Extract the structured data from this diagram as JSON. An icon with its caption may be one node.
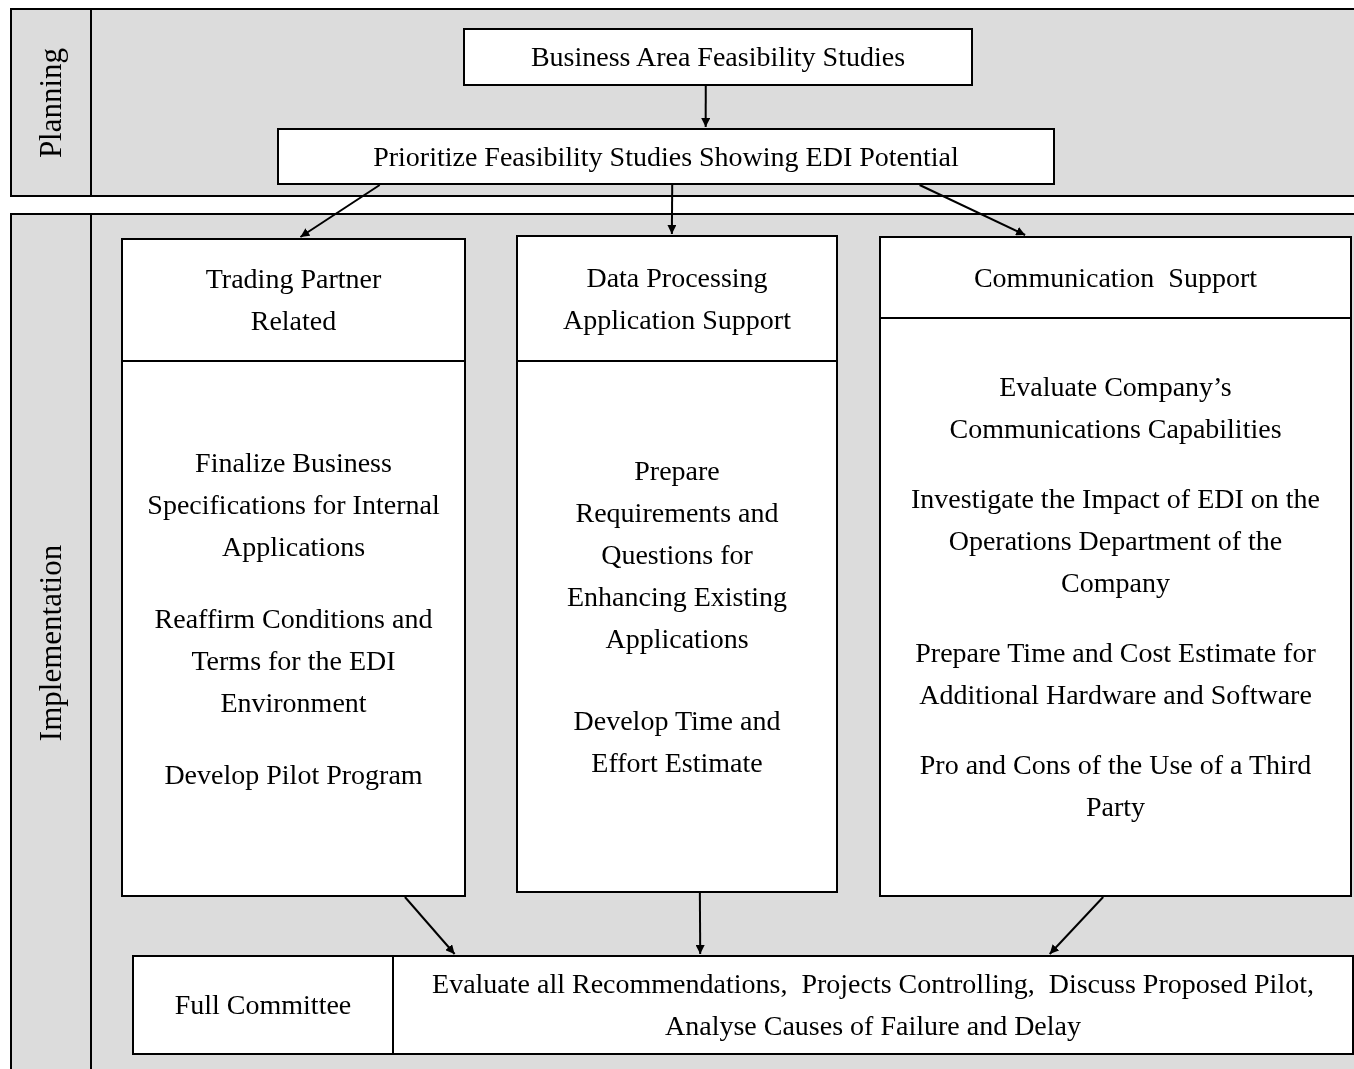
{
  "diagram": {
    "nodes": [
      {
        "text": [
          "Planning"
        ]
      },
      {
        "text": [
          "Business Area Feasibility Studies"
        ],
        "in": 0
      },
      {
        "text": [
          "Prioritize Feasibility Studies Showing EDI Potential"
        ],
        "in": 0
      },
      {
        "text": [
          "Implementation"
        ]
      },
      {
        "text": [
          "Trading Partner Related",
          "Finalize Business Specifications for Internal Applications",
          "Reaffirm Conditions and Terms for the EDI Environment",
          "Develop Pilot Program"
        ],
        "in": 3
      },
      {
        "text": [
          "Data Processing Application Support",
          "Prepare Requirements and Questions for Enhancing Existing Applications",
          "Develop Time and Effort Estimate"
        ],
        "in": 3
      },
      {
        "text": [
          "Communication  Support",
          "Evaluate Company’s Communications Capabilities",
          "Investigate the Impact of EDI on the Operations Department of the Company",
          "Prepare Time and Cost Estimate for Additional Hardware and Software",
          "Pro and Cons of the Use of a Third Party"
        ],
        "in": 3
      },
      {
        "text": [
          "Full Committee",
          "Evaluate all Recommendations,  Projects Controlling,  Discuss Proposed Pilot,  Analyse Causes of Failure and Delay"
        ],
        "in": 3
      }
    ],
    "edges": [
      {
        "from": 1,
        "to": 2,
        "arrow": "to"
      },
      {
        "from": 2,
        "to": 4,
        "arrow": "to"
      },
      {
        "from": 2,
        "to": 5,
        "arrow": "to"
      },
      {
        "from": 2,
        "to": 6,
        "arrow": "to"
      },
      {
        "from": 4,
        "to": 7,
        "arrow": "to"
      },
      {
        "from": 5,
        "to": 7,
        "arrow": "to"
      },
      {
        "from": 6,
        "to": 7,
        "arrow": "to"
      }
    ]
  }
}
